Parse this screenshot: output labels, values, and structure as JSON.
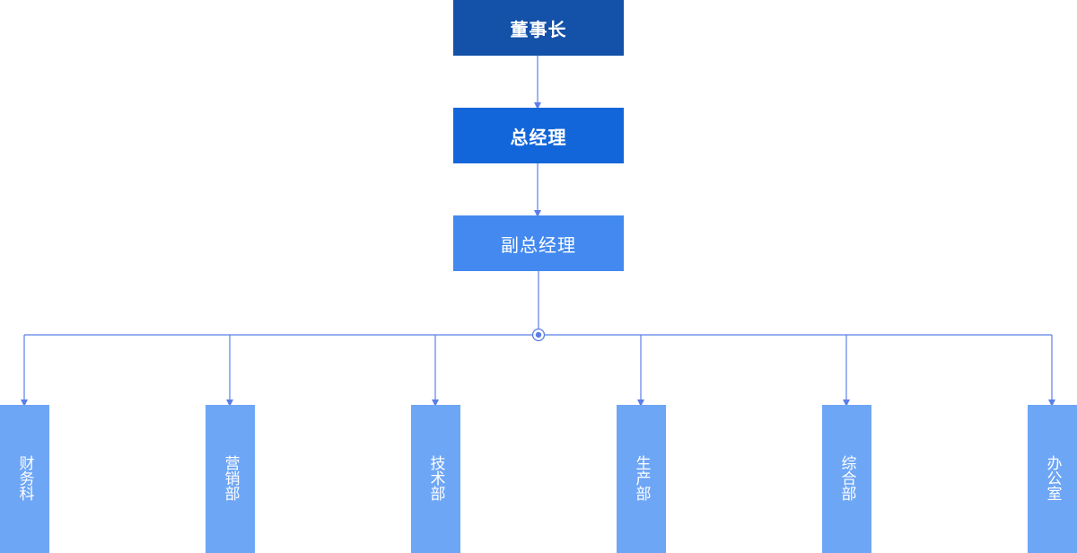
{
  "top_levels": {
    "chairman": "董事长",
    "general_manager": "总经理",
    "deputy_general_manager": "副总经理"
  },
  "departments": [
    {
      "label": "财务科"
    },
    {
      "label": "营销部"
    },
    {
      "label": "技术部"
    },
    {
      "label": "生产部"
    },
    {
      "label": "综合部"
    },
    {
      "label": "办公室"
    }
  ],
  "colors": {
    "chairman_box": "#1451a8",
    "general_manager_box": "#1366da",
    "deputy_box": "#4389ef",
    "department_box": "#6ea6f6",
    "connector": "#5b7fe8"
  }
}
